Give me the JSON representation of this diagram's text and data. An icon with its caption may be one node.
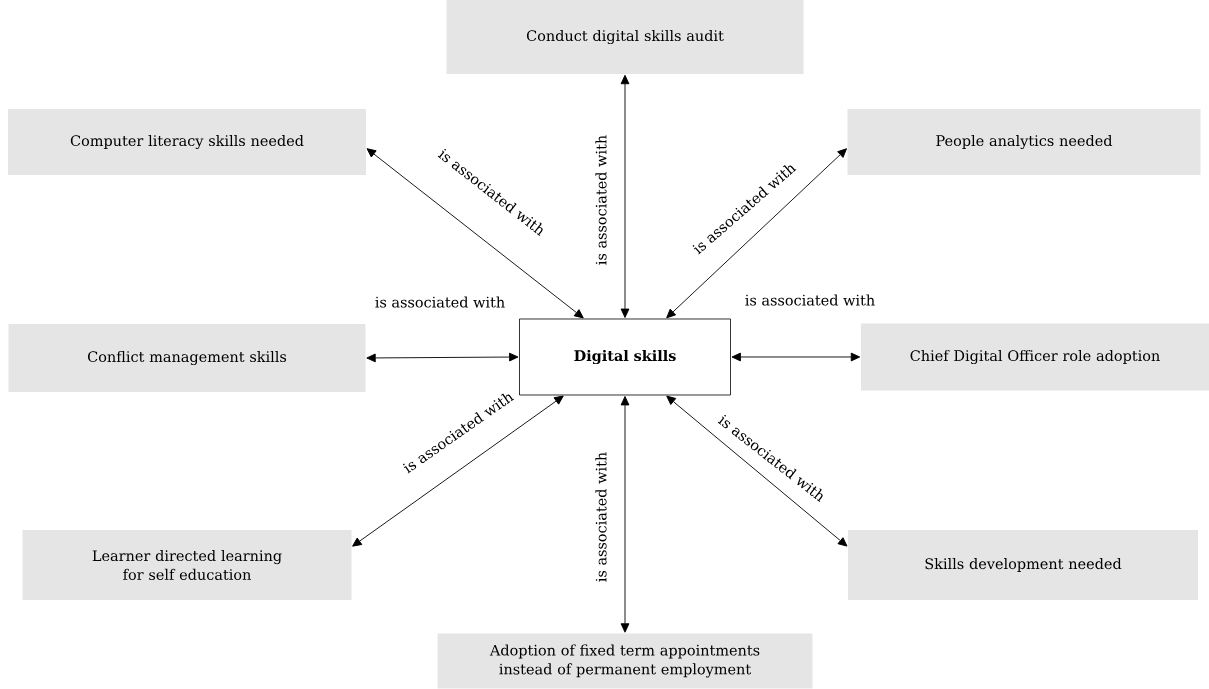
{
  "diagram": {
    "nodes": [
      {
        "text": [
          "**Digital skills**"
        ]
      },
      {
        "text": [
          "Conduct digital skills audit"
        ]
      },
      {
        "text": [
          "Computer literacy skills needed"
        ]
      },
      {
        "text": [
          "People analytics needed"
        ]
      },
      {
        "text": [
          "Conflict management skills"
        ]
      },
      {
        "text": [
          "Chief Digital Officer role adoption"
        ]
      },
      {
        "text": [
          "Learner directed learning for self education"
        ]
      },
      {
        "text": [
          "Skills development needed"
        ]
      },
      {
        "text": [
          "Adoption of fixed term appointments instead of permanent employment"
        ]
      }
    ],
    "edges": [
      {
        "from": 0,
        "to": 1,
        "arrow": "both",
        "label": "is associated with"
      },
      {
        "from": 0,
        "to": 2,
        "arrow": "both",
        "label": "is associated with"
      },
      {
        "from": 0,
        "to": 3,
        "arrow": "both",
        "label": "is associated with"
      },
      {
        "from": 0,
        "to": 4,
        "arrow": "both",
        "label": "is associated with"
      },
      {
        "from": 0,
        "to": 5,
        "arrow": "both",
        "label": "is associated with"
      },
      {
        "from": 0,
        "to": 6,
        "arrow": "both",
        "label": "is associated with"
      },
      {
        "from": 0,
        "to": 7,
        "arrow": "both",
        "label": "is associated with"
      },
      {
        "from": 0,
        "to": 8,
        "arrow": "both",
        "label": "is associated with"
      }
    ]
  }
}
